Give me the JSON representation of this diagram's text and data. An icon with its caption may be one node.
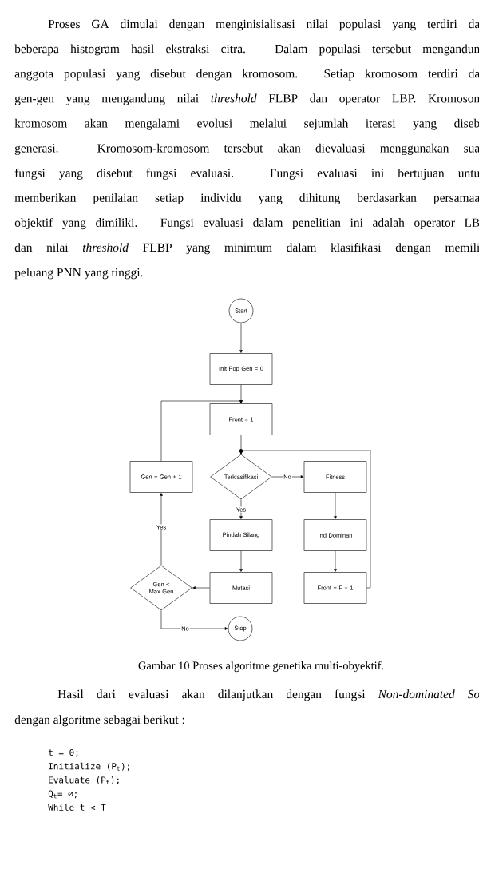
{
  "diagram": {
    "caption": "Gambar 10 Proses algoritme genetika multi-obyektif.",
    "nodes": [
      {
        "text": [
          "Start"
        ]
      },
      {
        "text": [
          "Init Pop Gen = 0"
        ]
      },
      {
        "text": [
          "Front = 1"
        ]
      },
      {
        "text": [
          "Terklasifikasi"
        ]
      },
      {
        "text": [
          "Fitness"
        ]
      },
      {
        "text": [
          "Gen = Gen + 1"
        ]
      },
      {
        "text": [
          "Pindah Silang"
        ]
      },
      {
        "text": [
          "Ind Dominan"
        ]
      },
      {
        "text": [
          "Gen < Max Gen"
        ]
      },
      {
        "text": [
          "Mutasi"
        ]
      },
      {
        "text": [
          "Front = F + 1"
        ]
      },
      {
        "text": [
          "Stop"
        ]
      }
    ],
    "edges": [
      {
        "from": 0,
        "to": 1,
        "arrow": "to"
      },
      {
        "from": 1,
        "to": 2,
        "arrow": "to"
      },
      {
        "from": 2,
        "to": 3,
        "arrow": "to"
      },
      {
        "from": 3,
        "to": 4,
        "arrow": "to",
        "label": "No"
      },
      {
        "from": 3,
        "to": 6,
        "arrow": "to",
        "label": "Yes"
      },
      {
        "from": 4,
        "to": 7,
        "arrow": "to"
      },
      {
        "from": 7,
        "to": 10,
        "arrow": "to"
      },
      {
        "from": 10,
        "to": 3,
        "arrow": "to"
      },
      {
        "from": 6,
        "to": 9,
        "arrow": "to"
      },
      {
        "from": 9,
        "to": 8,
        "arrow": "to"
      },
      {
        "from": 8,
        "to": 5,
        "arrow": "to",
        "label": "Yes"
      },
      {
        "from": 5,
        "to": 2,
        "arrow": "to"
      },
      {
        "from": 8,
        "to": 11,
        "arrow": "to",
        "label": "No"
      }
    ],
    "labels": [
      "Proses GA dimulai dengan menginisialisasi nilai populasi yang terdiri da",
      "beberapa histogram hasil ekstraksi citra. Dalam populasi tersebut mengandun",
      "anggota populasi yang disebut dengan kromosom. Setiap kromosom terdiri da",
      "gen-gen yang mengandung nilai *threshold* FLBP dan operator LBP. Kromoson",
      "kromosom akan mengalami evolusi melalui sejumlah iterasi yang diseb",
      "generasi. Kromosom-kromosom tersebut akan dievaluasi menggunakan sua",
      "fungsi yang disebut fungsi evaluasi. Fungsi evaluasi ini bertujuan untu",
      "memberikan penilaian setiap individu yang dihitung berdasarkan persamaa",
      "objektif yang dimiliki. Fungsi evaluasi dalam penelitian ini adalah operator LB",
      "dan nilai *threshold* FLBP yang minimum dalam klasifikasi dengan memili",
      "peluang PNN yang tinggi.",
      "Hasil dari evaluasi akan dilanjutkan dengan fungsi *Non-dominated So*",
      "dengan algoritme sebagai berikut :",
      "t = 0;",
      "Initialize (P$_{t}$);",
      "Evaluate (P$_{t}$);",
      "Q$_{t}$= ∅;",
      "While t < T"
    ]
  }
}
